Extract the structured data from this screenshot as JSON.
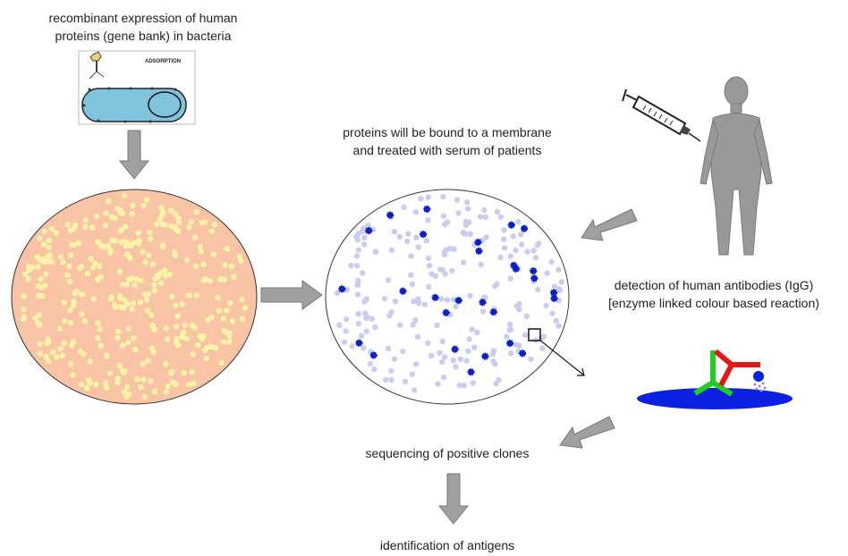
{
  "labels": {
    "expression": [
      "recombinant expression of human",
      "proteins (gene bank) in bacteria"
    ],
    "membrane": [
      "proteins will be bound to a membrane",
      "and treated with serum of patients"
    ],
    "detection": [
      "detection of human antibodies (IgG)",
      "[enzyme linked colour based reaction)"
    ],
    "sequencing": "sequencing of positive clones",
    "identification": "identification of antigens",
    "adsorption": "ADSORPTION"
  },
  "colors": {
    "plate_fill": "#f9c3a6",
    "colony": "#fdf3a6",
    "membrane_spot": "#c9cdf0",
    "positive_spot": "#0b20c8",
    "arrow": "#a0a0a0",
    "bacterium": "#7fc4dc",
    "human": "#999999",
    "antibody_green": "#22cc22",
    "antibody_red": "#e41818",
    "substrate": "#0b20e0"
  }
}
